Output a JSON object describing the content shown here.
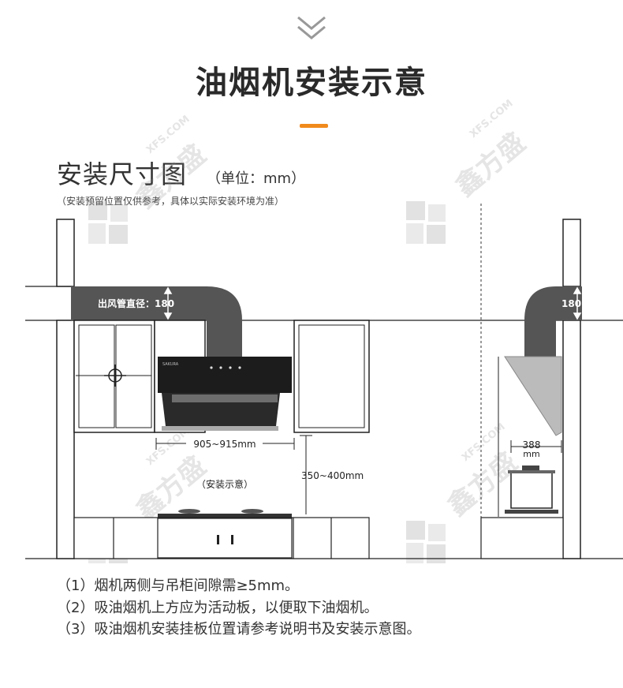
{
  "header": {
    "title": "油烟机安装示意"
  },
  "section": {
    "title": "安装尺寸图",
    "unit": "（单位：mm）",
    "note": "（安装预留位置仅供参考，具体以实际安装环境为准）"
  },
  "diagram": {
    "duct_label": "出风管直径：180",
    "duct_side_value": "180",
    "width_range": "905~915mm",
    "height_range": "350~400mm",
    "install_caption": "（安装示意）",
    "side_depth_value": "388",
    "side_depth_unit": "mm"
  },
  "notes": [
    "（1）烟机两侧与吊柜间隙需≥5mm。",
    "（2）吸油烟机上方应为活动板，以便取下油烟机。",
    "（3）吸油烟机安装挂板位置请参考说明书及安装示意图。"
  ],
  "watermark": {
    "brand": "鑫方盛",
    "domain": "XFS.COM"
  },
  "colors": {
    "accent": "#f08a1c",
    "duct": "#555555",
    "line": "#222222"
  }
}
